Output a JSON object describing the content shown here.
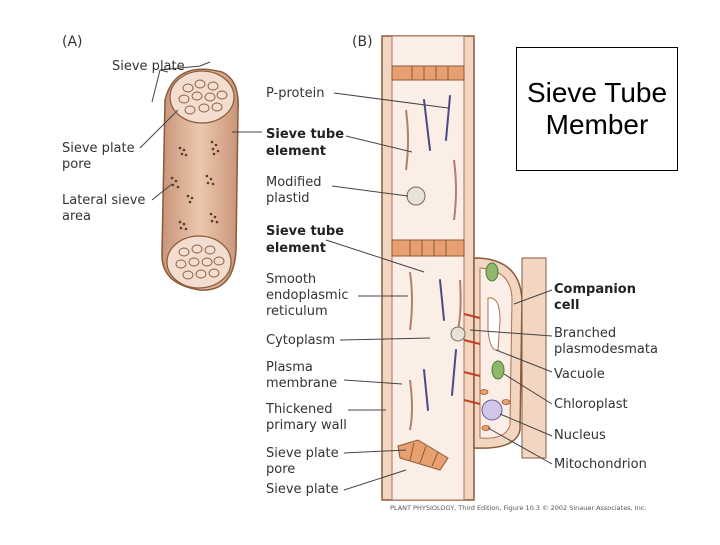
{
  "title_box": {
    "text": "Sieve Tube Member"
  },
  "panels": {
    "a": "(A)",
    "b": "(B)"
  },
  "panel_a_labels": {
    "sieve_plate": "Sieve plate",
    "sieve_plate_pore_1": "Sieve plate",
    "sieve_plate_pore_2": "pore",
    "lateral_sieve_area_1": "Lateral sieve",
    "lateral_sieve_area_2": "area"
  },
  "panel_b_left_labels": {
    "p_protein": "P-protein",
    "sieve_tube_element_a_1": "Sieve tube",
    "sieve_tube_element_a_2": "element",
    "modified_plastid_1": "Modified",
    "modified_plastid_2": "plastid",
    "sieve_tube_element_b_1": "Sieve tube",
    "sieve_tube_element_b_2": "element",
    "smooth_er_1": "Smooth",
    "smooth_er_2": "endoplasmic",
    "smooth_er_3": "reticulum",
    "cytoplasm": "Cytoplasm",
    "plasma_membrane_1": "Plasma",
    "plasma_membrane_2": "membrane",
    "thickened_wall_1": "Thickened",
    "thickened_wall_2": "primary wall",
    "sieve_plate_pore_b_1": "Sieve plate",
    "sieve_plate_pore_b_2": "pore",
    "sieve_plate_b": "Sieve plate"
  },
  "panel_b_right_labels": {
    "companion_cell_1": "Companion",
    "companion_cell_2": "cell",
    "branched_plasmodesmata_1": "Branched",
    "branched_plasmodesmata_2": "plasmodesmata",
    "vacuole": "Vacuole",
    "chloroplast": "Chloroplast",
    "nucleus": "Nucleus",
    "mitochondrion": "Mitochondrion"
  },
  "credit": "PLANT PHYSIOLOGY, Third Edition, Figure 10.3 © 2002 Sinauer Associates, Inc.",
  "colors": {
    "cell_tan": "#d9b49a",
    "cell_edge": "#8a5a3a",
    "wall_orange": "#e8a070",
    "plastid_green": "#8fb86a",
    "nucleus_lilac": "#cfc6e8"
  }
}
